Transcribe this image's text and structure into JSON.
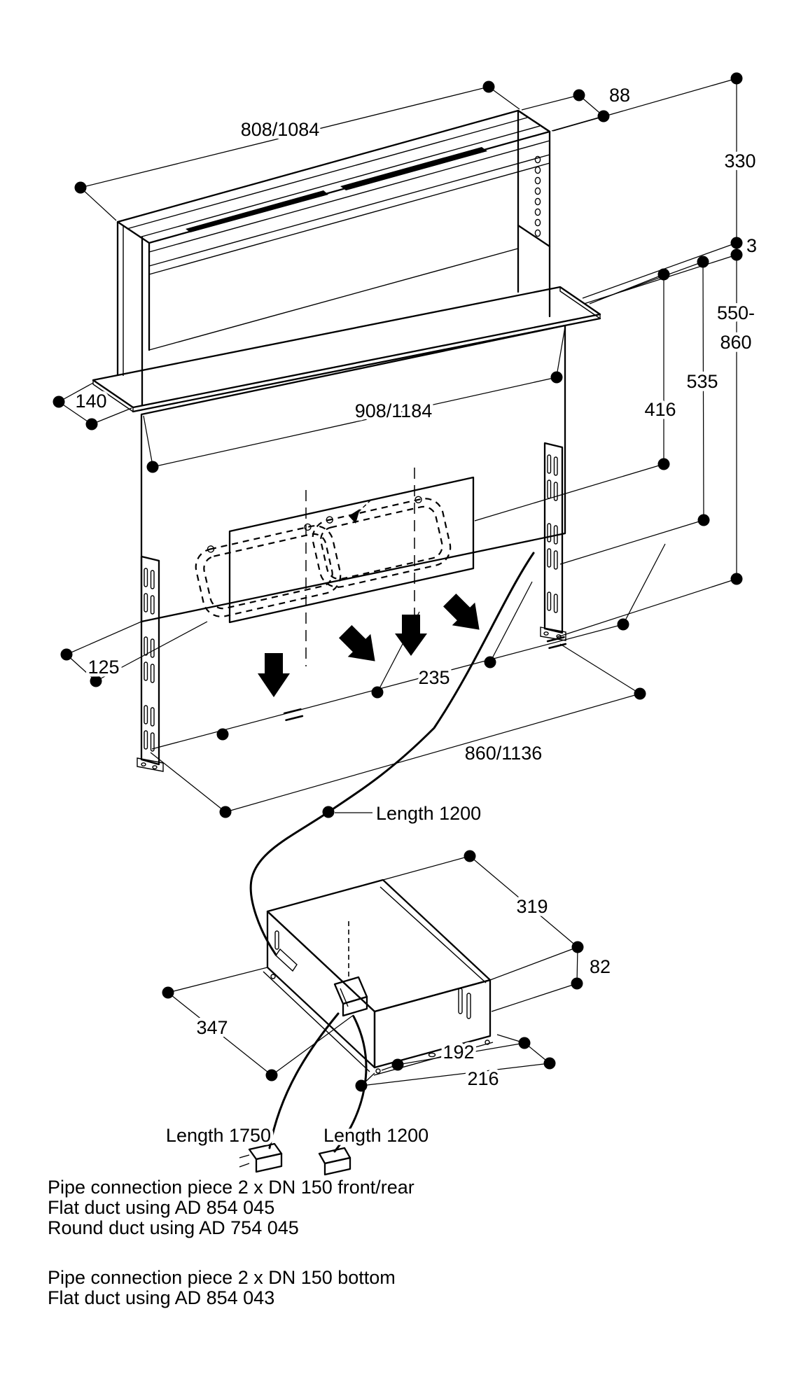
{
  "figure": {
    "kind": "appliance installation dimension drawing",
    "colors": {
      "line": "#000000",
      "background": "#ffffff"
    }
  },
  "dims": {
    "hood_width": "808/1084",
    "hood_depth": "88",
    "hood_height": "330",
    "plate_thickness": "3",
    "install_height_line1": "550-",
    "install_height_line2": "860",
    "rail_height": "535",
    "cutout_height": "416",
    "plate_width": "908/1184",
    "plate_depth": "140",
    "rail_offset": "125",
    "duct_spacing": "235",
    "rail_span": "860/1136",
    "control_cable_length": "Length 1200",
    "blower_depth": "319",
    "blower_height": "82",
    "blower_front": "347",
    "blower_inner_width": "192",
    "blower_outer_width": "216",
    "power_cord_length": "Length 1750",
    "blower_cord_length": "Length 1200"
  },
  "notes": [
    "Pipe connection piece 2 x DN 150 front/rear",
    "Flat duct using AD 854 045",
    "Round duct using AD 754 045",
    "Pipe connection piece 2 x DN 150 bottom",
    "Flat duct using AD 854 043"
  ]
}
